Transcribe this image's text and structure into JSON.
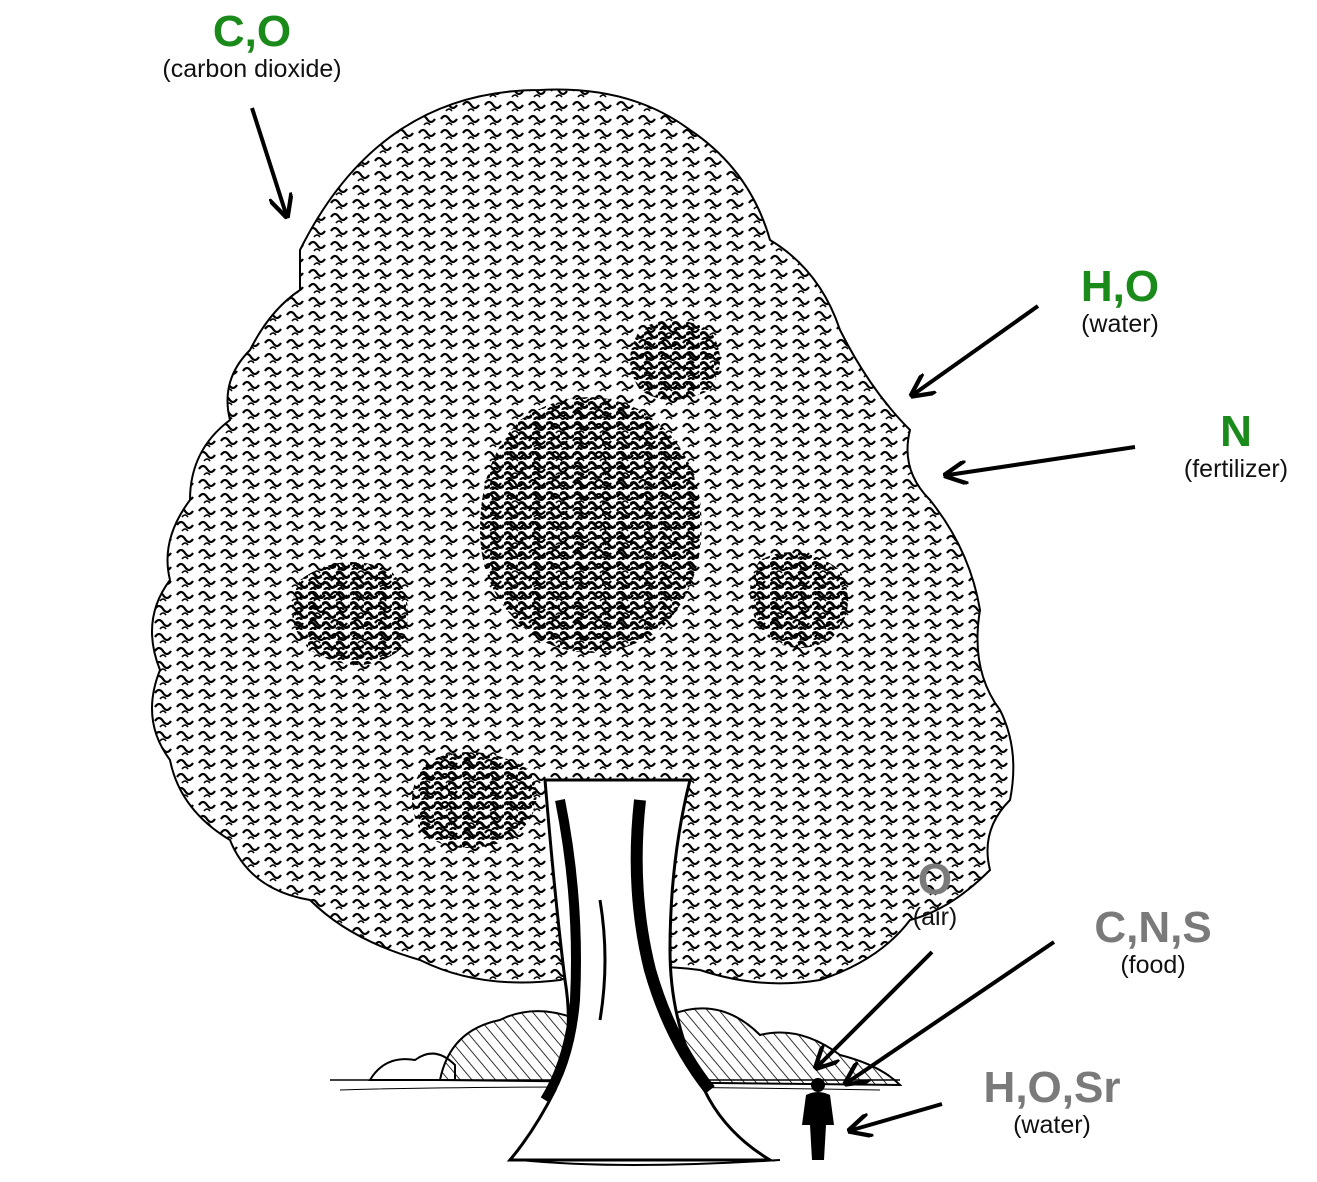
{
  "colors": {
    "plant_input": "#1a8a1a",
    "person_input": "#7a7a7a",
    "arrow": "#000000",
    "ink": "#000000"
  },
  "illustration": {
    "tree": "deciduous-tree-etching",
    "person": "person-standing-at-tree-base"
  },
  "labels": {
    "co2": {
      "symbol": "C,O",
      "description": "(carbon dioxide)"
    },
    "h2o_tree": {
      "symbol": "H,O",
      "description": "(water)"
    },
    "n_tree": {
      "symbol": "N",
      "description": "(fertilizer)"
    },
    "o_air": {
      "symbol": "O",
      "description": "(air)"
    },
    "cns_food": {
      "symbol": "C,N,S",
      "description": "(food)"
    },
    "hosr_water": {
      "symbol": "H,O,Sr",
      "description": "(water)"
    }
  }
}
